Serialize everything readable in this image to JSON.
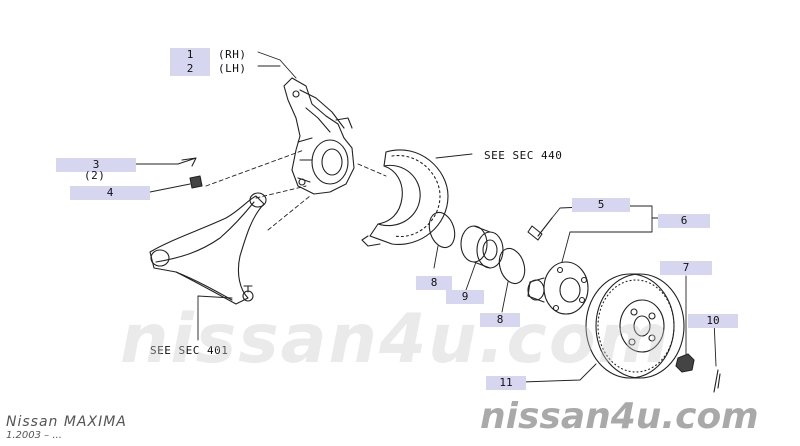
{
  "parts": [
    {
      "id": "part-1",
      "ref": "1",
      "suffix": "(RH)"
    },
    {
      "id": "part-2",
      "ref": "2",
      "suffix": "(LH)"
    },
    {
      "id": "part-3",
      "ref": "3",
      "alt": "(2)"
    },
    {
      "id": "part-4",
      "ref": "4"
    },
    {
      "id": "part-5",
      "ref": "5"
    },
    {
      "id": "part-6",
      "ref": "6"
    },
    {
      "id": "part-7",
      "ref": "7"
    },
    {
      "id": "part-8a",
      "ref": "8"
    },
    {
      "id": "part-9",
      "ref": "9"
    },
    {
      "id": "part-8b",
      "ref": "8"
    },
    {
      "id": "part-10",
      "ref": "10"
    },
    {
      "id": "part-11",
      "ref": "11"
    }
  ],
  "references": {
    "sec440": "SEE SEC 440",
    "sec401": "SEE SEC 401"
  },
  "watermark": {
    "center": "nissan4u.com",
    "corner": "nissan4u.com"
  },
  "footer": {
    "model": "Nissan  MAXIMA",
    "date": "1.2003 – ..."
  }
}
